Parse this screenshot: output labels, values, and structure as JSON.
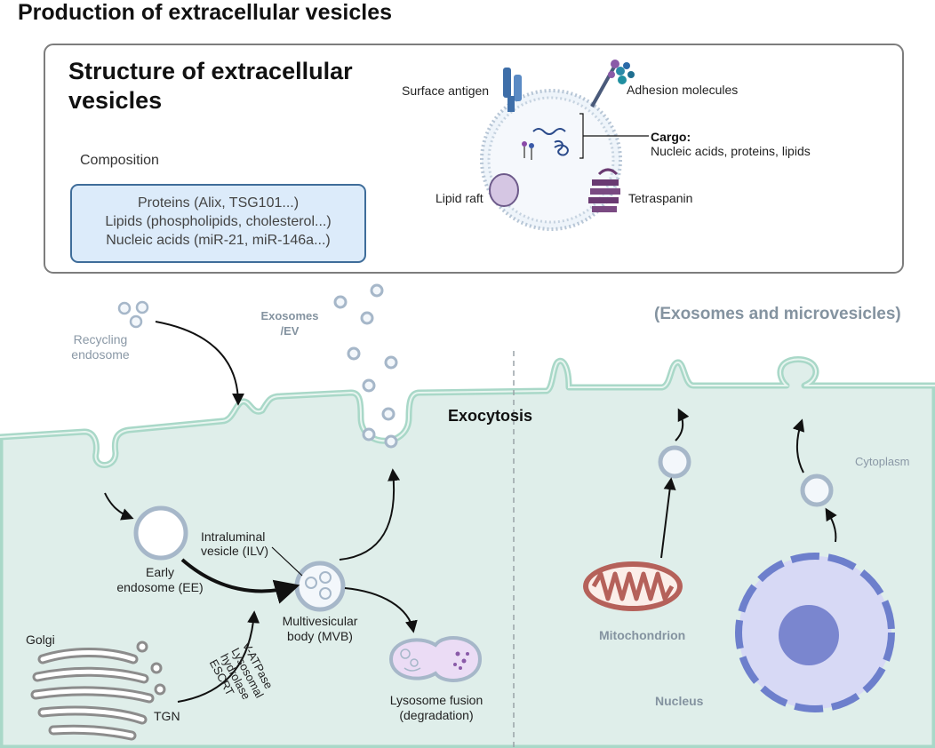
{
  "title": "Production of extracellular vesicles",
  "structure_box": {
    "title": "Structure of extracellular vesicles",
    "composition_label": "Composition",
    "composition_items": [
      "Proteins (Alix, TSG101...)",
      "Lipids (phospholipids, cholesterol...)",
      "Nucleic acids (miR-21, miR-146a...)"
    ],
    "vesicle_labels": {
      "surface_antigen": "Surface antigen",
      "adhesion_molecules": "Adhesion molecules",
      "cargo_title": "Cargo:",
      "cargo_detail": "Nucleic acids, proteins, lipids",
      "lipid_raft": "Lipid raft",
      "tetraspanin": "Tetraspanin"
    }
  },
  "diagram": {
    "recycling_endosome": "Recycling endosome",
    "exosomes_ev": "Exosomes /EV",
    "exo_micro": "(Exosomes and microvesicles)",
    "exocytosis": "Exocytosis",
    "intraluminal_vesicle": "Intraluminal vesicle (ILV)",
    "early_endosome": "Early endosome (EE)",
    "multivesicular_body": "Multivesicular body (MVB)",
    "golgi": "Golgi",
    "tgn": "TGN",
    "sorting_machinery": "V-ATPase Lysosomal hydrolase ESCRT",
    "lysosome_fusion": "Lysosome fusion (degradation)",
    "mitochondrion": "Mitochondrion",
    "nucleus": "Nucleus",
    "cytoplasm": "Cytoplasm"
  },
  "colors": {
    "cytoplasm_fill": "#dfeeea",
    "membrane_stroke": "#a9d8c8",
    "vesicle_stroke": "#a6b7c9",
    "vesicle_fill": "#f3f7fb",
    "composition_fill": "#dcebfa",
    "composition_border": "#3f6d9a",
    "mitochondrion": "#b5615a",
    "nucleus_fill": "#d7d9f5",
    "nucleus_border": "#6d7fcc",
    "nucleolus": "#7a86cf",
    "golgi": "#8c8c8c",
    "lysosome_tint": "#ebdcf5",
    "grey_label": "#8493a0"
  }
}
